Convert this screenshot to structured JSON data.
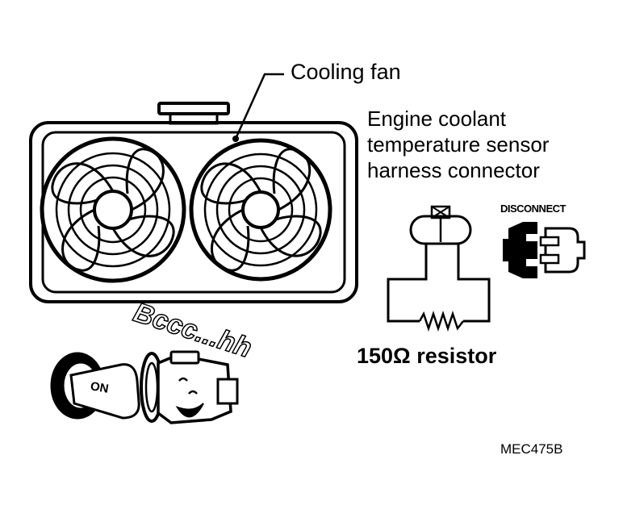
{
  "labels": {
    "cooling_fan": "Cooling fan",
    "sensor": {
      "line1": "Engine coolant",
      "line2": "temperature sensor",
      "line3": "harness connector"
    },
    "disconnect": "DISCONNECT",
    "resistor": "150Ω resistor",
    "fan_sound": "Bccc...hh",
    "key_switch": "ON",
    "figure_code": "MEC475B"
  },
  "icons": [
    "radiator-fan-assembly",
    "ignition-key-icon",
    "engine-icon",
    "connector-icon",
    "resistor-symbol"
  ]
}
